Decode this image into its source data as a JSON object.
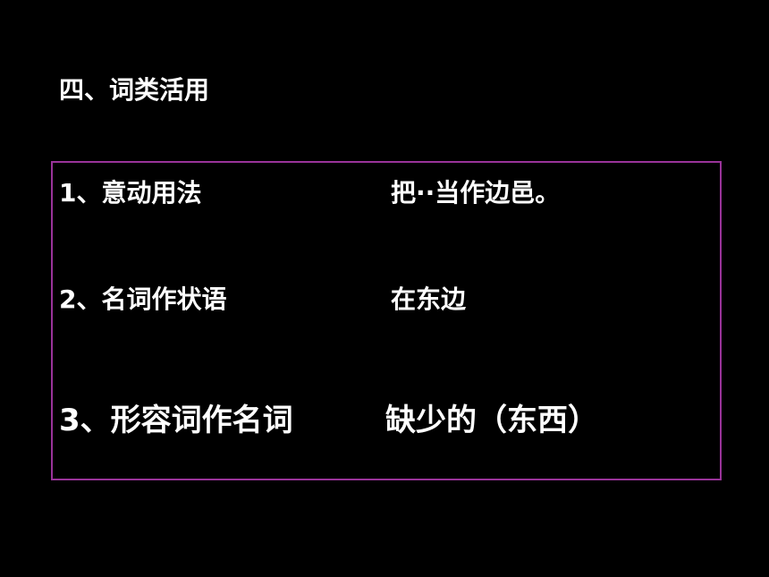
{
  "heading": "四、词类活用",
  "colors": {
    "background": "#000000",
    "text": "#ffffff",
    "box_border": "#993399"
  },
  "rows": [
    {
      "term": "1、意动用法",
      "meaning": "把··当作边邑。"
    },
    {
      "term": "2、名词作状语",
      "meaning": "在东边"
    },
    {
      "term": "3、形容词作名词",
      "meaning": "缺少的（东西）"
    }
  ]
}
